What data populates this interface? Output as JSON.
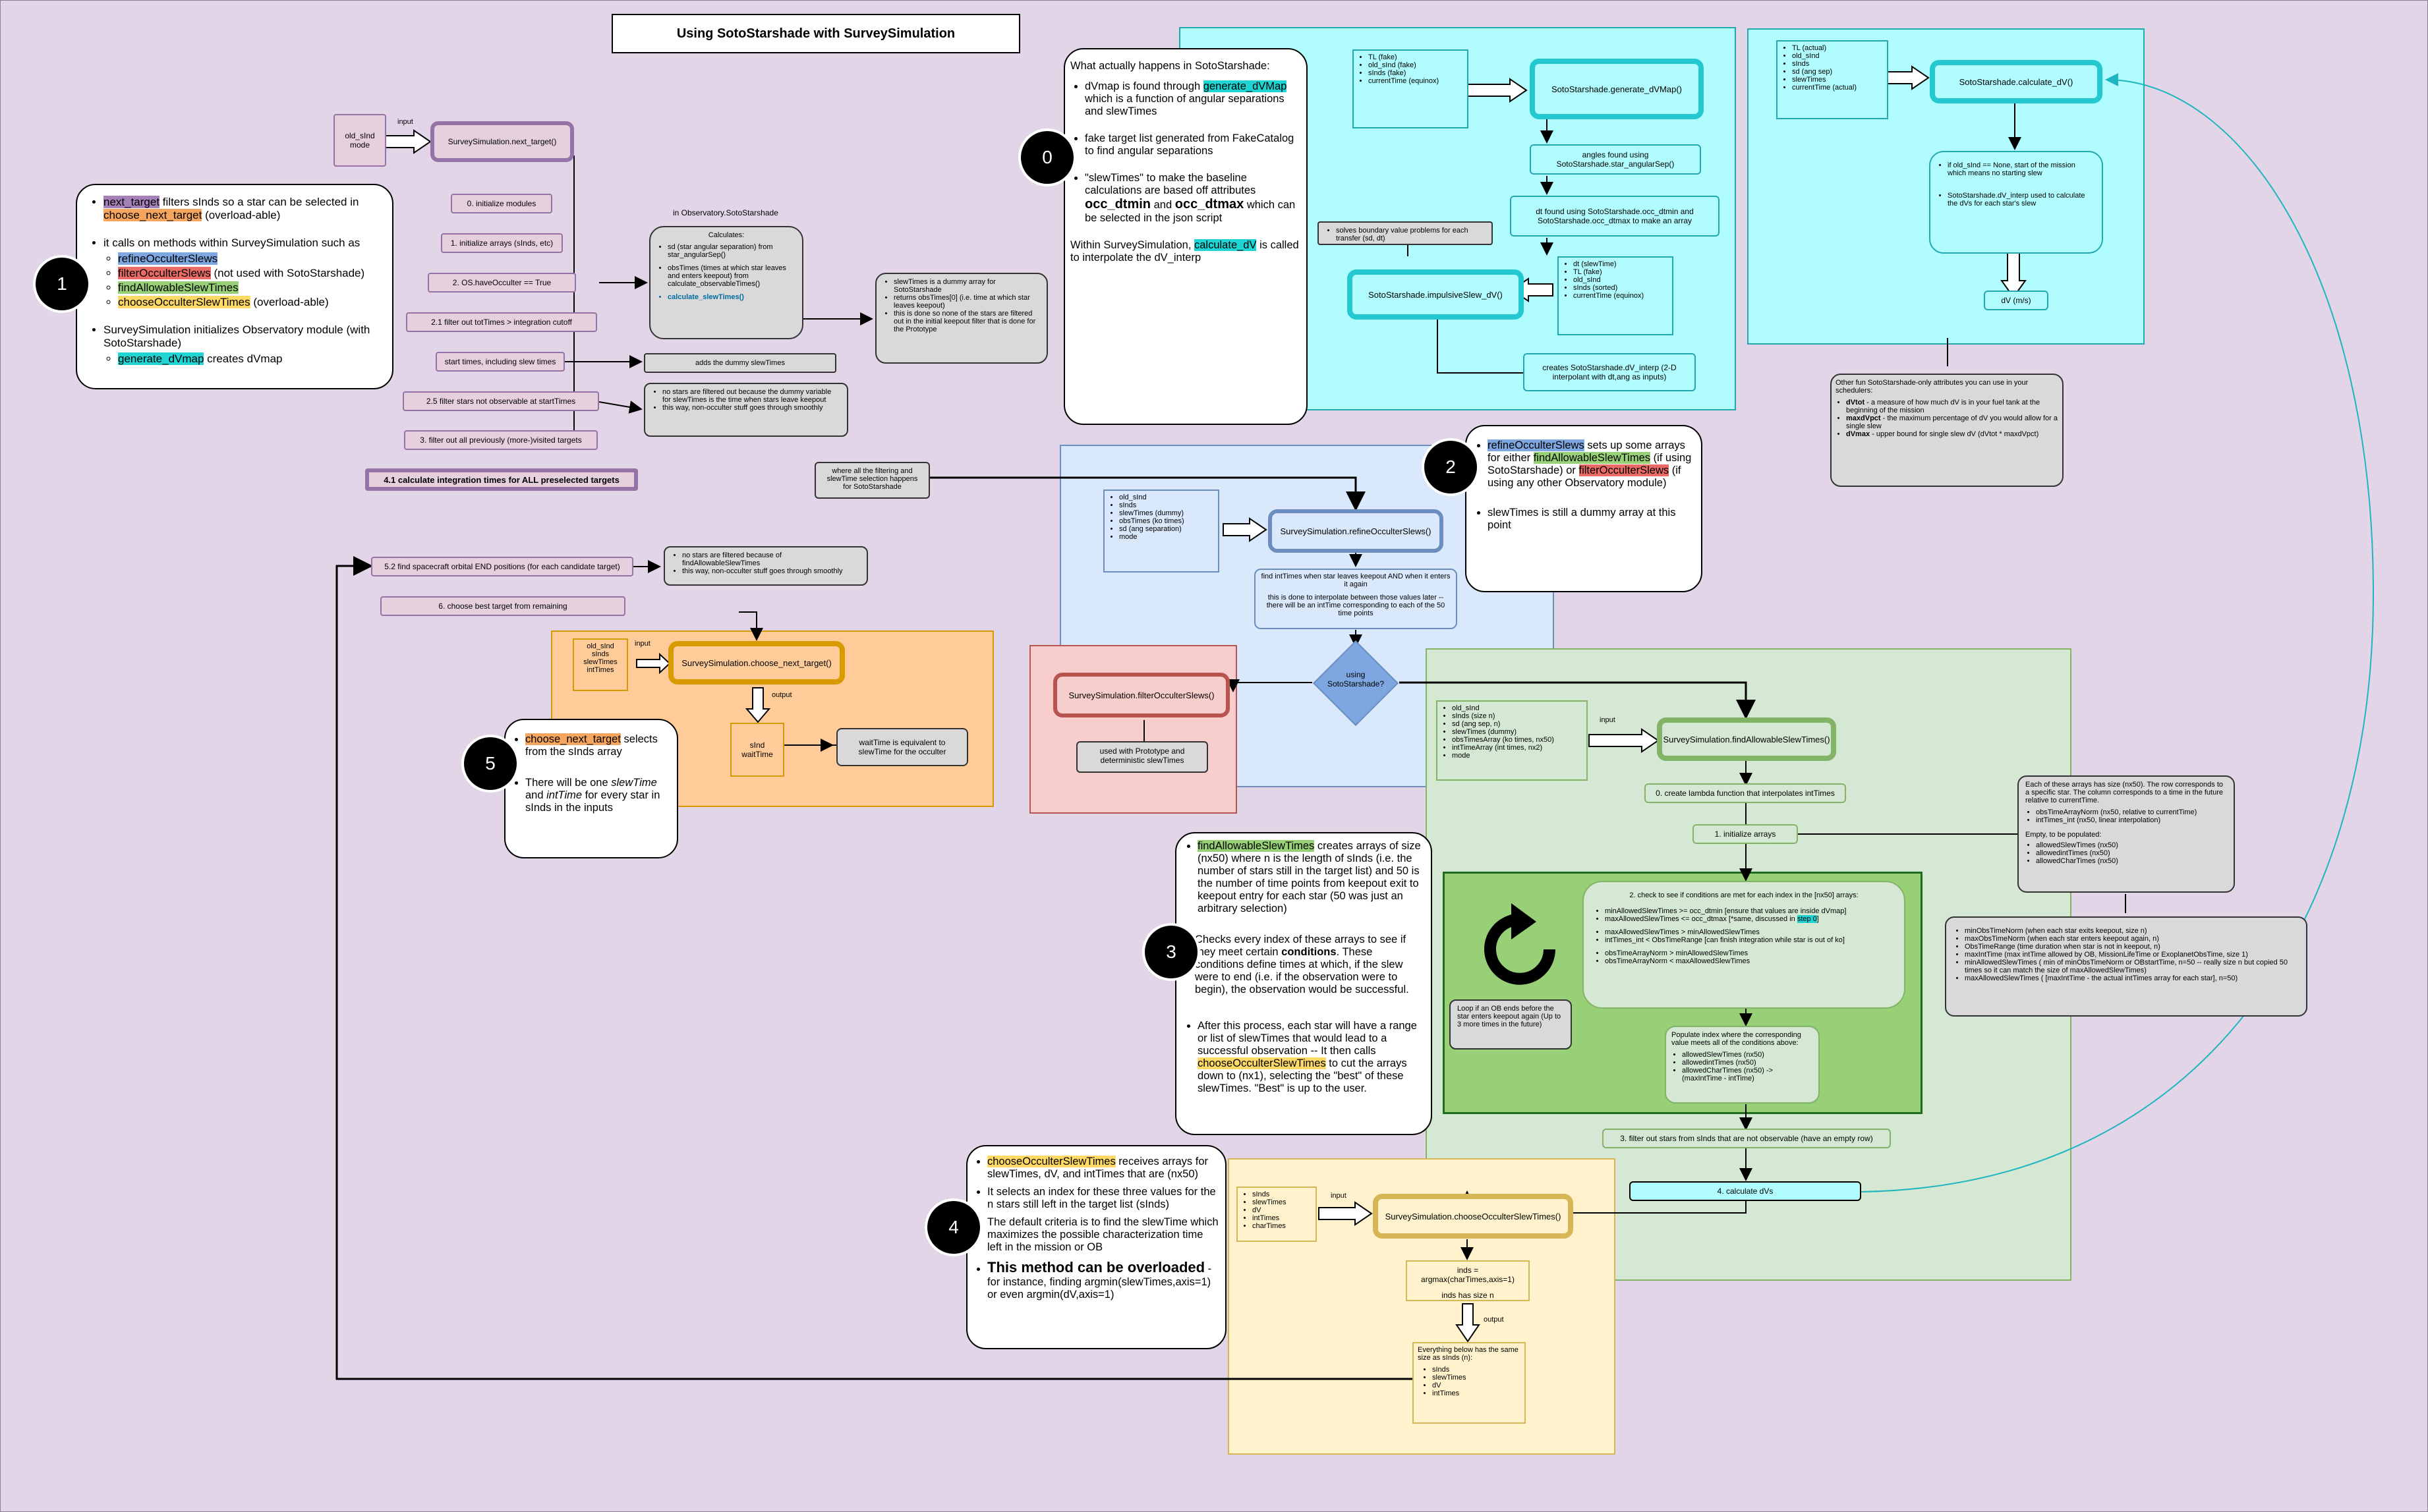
{
  "title": "Using SotoStarshade with SurveySimulation",
  "markers": [
    "0",
    "1",
    "2",
    "3",
    "4",
    "5"
  ],
  "common": {
    "input": "input",
    "output": "output"
  },
  "next_target": {
    "input_box": "old_sInd\nmode",
    "process": "SurveySimulation.next_target()",
    "steps": [
      "0. initialize modules",
      "1. initialize arrays (sInds, etc)",
      "2. OS.haveOcculter == True",
      "2.1 filter out totTimes > integration cutoff",
      "start times, including slew times",
      "2.5 filter stars not observable at startTimes",
      "3. filter out all previously (more-)visited targets",
      "4.1 calculate integration times for ALL preselected targets",
      "5.2 find spacecraft orbital END positions (for each candidate target)",
      "6. choose best target from remaining"
    ],
    "dummy_note": "adds the dummy slewTimes",
    "filter_note": [
      "no stars are filtered out because the dummy variable for slewTimes is the time when stars leave keepout",
      "this way, non-occulter stuff goes through smoothly"
    ],
    "where_note": "where all the filtering and slewTime selection happens for SotoStarshade",
    "filter_note2": [
      "no stars are filtered because of findAllowableSlewTimes",
      "this way, non-occulter stuff goes through smoothly"
    ]
  },
  "observatory": {
    "caption": "in Observatory.SotoStarshade",
    "calc_title": "Calculates:",
    "calc_items": [
      "sd (star angular separation) from star_angularSep()",
      "obsTimes (times at which star leaves and enters keepout) from calculate_observableTimes()",
      "calculate_slewTimes()"
    ],
    "slew_note": [
      "slewTimes is a dummy array for SotoStarshade",
      "returns obsTimes[0] (i.e. time at which star leaves keepout)",
      "this is done so none of the stars are filtered out in the initial keepout filter that is done for the Prototype"
    ]
  },
  "box1": {
    "items": [
      {
        "hl": "next_target",
        "text": " filters sInds so a star can be selected in ",
        "hl2": "choose_next_target",
        "text2": " (overload-able)"
      },
      {
        "text": "it calls on methods within SurveySimulation such as"
      },
      {
        "text": "SurveySimulation initializes Observatory module (with SotoStarshade)"
      }
    ],
    "sub": [
      "refineOcculterSlews",
      "filterOcculterSlews",
      "findAllowableSlewTimes",
      "chooseOcculterSlewTimes"
    ],
    "sub_suffix": [
      "",
      " (not used with SotoStarshade)",
      "",
      " (overload-able)"
    ],
    "sub2_hl": "generate_dVmap",
    "sub2_text": " creates dVmap"
  },
  "box0": {
    "heading": "What actually happens in SotoStarshade:",
    "b1_pre": "dVmap is found through ",
    "b1_hl": "generate_dVMap",
    "b1_post": " which is a function of angular separations and slewTimes",
    "b2": "fake target list generated from FakeCatalog to find angular separations",
    "b3_pre": "\"slewTimes\" to make the baseline calculations are based off attributes ",
    "b3_s1": "occ_dtmin",
    "b3_and": " and ",
    "b3_s2": "occ_dtmax",
    "b3_post": " which can be selected in the json script",
    "tail_pre": "Within SurveySimulation, ",
    "tail_hl": "calculate_dV",
    "tail_post": " is called to interpolate the dV_interp"
  },
  "soto": {
    "fake_inputs": [
      "TL (fake)",
      "old_sInd (fake)",
      "sInds (fake)",
      "currentTime (equinox)"
    ],
    "gen": "SotoStarshade.generate_dVMap()",
    "ang": "angles found using SotoStarshade.star_angularSep()",
    "dt": "dt found using SotoStarshade.occ_dtmin and SotoStarshade.occ_dtmax to make an array",
    "dt_inputs": [
      "dt (slewTime)",
      "TL (fake)",
      "old_sInd",
      "sInds (sorted)",
      "currentTime (equinox)"
    ],
    "bvp": "solves boundary value problems for each transfer (sd, dt)",
    "imp": "SotoStarshade.impulsiveSlew_dV()",
    "interp": "creates SotoStarshade.dV_interp (2-D interpolant with dt,ang as inputs)"
  },
  "calc": {
    "inputs": [
      "TL (actual)",
      "old_sInd",
      "sInds",
      "sd (ang sep)",
      "slewTimes",
      "currentTime (actual)"
    ],
    "proc": "SotoStarshade.calculate_dV()",
    "desc1": "if old_sInd == None, start of the mission which means no starting slew",
    "desc2": "SotoStarshade.dV_interp used to calculate the dVs for each star's slew",
    "out": "dV (m/s)"
  },
  "fun": {
    "head": "Other fun SotoStarshade-only attributes you can use in your schedulers:",
    "items": [
      {
        "k": "dVtot",
        "v": " - a measure of how much dV is in your fuel tank at the beginning of the mission"
      },
      {
        "k": "maxdVpct",
        "v": " - the maximum percentage of dV you would allow for a single slew"
      },
      {
        "k": "dVmax",
        "v": " - upper bound for single slew dV (dVtot * maxdVpct)"
      }
    ]
  },
  "refine": {
    "inputs": [
      "old_sInd",
      "sInds",
      "slewTimes (dummy)",
      "obsTimes (ko times)",
      "sd (ang separation)",
      "mode"
    ],
    "proc": "SurveySimulation.refineOcculterSlews()",
    "note1": "find intTimes when star leaves keepout AND when it enters it again",
    "note2": "this is done to interpolate between those values later -- there will be an intTime corresponding to each of the 50 time points",
    "decision": "using SotoStarshade?",
    "filter": "SurveySimulation.filterOcculterSlews()",
    "filter_note": "used with Prototype and deterministic slewTimes"
  },
  "box2": {
    "hl1": "refineOcculterSlews",
    "t1": " sets up some arrays for either ",
    "hl2": "findAllowableSlewTimes",
    "t2": " (if using SotoStarshade) or ",
    "hl3": "filterOcculterSlews",
    "t3": " (if using any other Observatory module)",
    "b2": "slewTimes is still a dummy array at this point"
  },
  "find": {
    "inputs": [
      "old_sInd",
      "sInds (size n)",
      "sd (ang sep, n)",
      "slewTimes (dummy)",
      "obsTimesArray (ko times, nx50)",
      "intTimeArray (int times, nx2)",
      "mode"
    ],
    "proc": "SurveySimulation.findAllowableSlewTimes()",
    "s0": "0. create lambda function that interpolates intTimes",
    "s1": "1. initialize arrays",
    "s2_title": "2. check to see if conditions are met for each index in the [nx50] arrays:",
    "s2_lines": [
      "minAllowedSlewTimes >= occ_dtmin   [ensure that values are inside dVmap]",
      "maxAllowedSlewTimes <= occ_dtmax  [*same, discussed in ",
      "maxAllowedSlewTimes > minAllowedSlewTimes",
      "intTimes_int < ObsTimeRange   [can finish integration while star is out of ko]",
      "obsTimeArrayNorm > minAllowedSlewTimes",
      "obsTimeArrayNorm < maxAllowedSlewTimes"
    ],
    "s2_ref": "step 0",
    "s2_ref_close": "]",
    "loop_note": "Loop if an OB ends before the star enters keepout again (Up to 3 more times in the future)",
    "populate": "Populate index where the corresponding value meets all of the conditions above:",
    "populate_items": [
      "allowedSlewTimes (nx50)",
      "allowedintTimes (nx50)",
      "allowedCharTimes (nx50) -> (maxIntTime - intTime)"
    ],
    "s3": "3. filter out stars from sInds that are not observable (have an empty row)",
    "s4": "4. calculate dVs",
    "arr_note": "Each of these arrays has size (nx50). The row corresponds to a specific star. The column corresponds to a time in the future relative to currentTime.",
    "arr_items": [
      "obsTimeArrayNorm (nx50, relative to currentTime)",
      "intTimes_int (nx50, linear interpolation)"
    ],
    "empty": "Empty, to be populated:",
    "empty_items": [
      "allowedSlewTimes (nx50)",
      "allowedintTimes (nx50)",
      "allowedCharTimes (nx50)"
    ],
    "defs": [
      "minObsTimeNorm (when each star exits keepout, size n)",
      "maxObsTimeNorm (when each star enters keepout again, n)",
      "ObsTimeRange (time duration when star is not in keepout, n)",
      "maxIntTime (max intTime allowed by OB, MissionLifeTime or ExoplanetObsTime, size 1)",
      "minAllowedSlewTimes ( min of minObsTimeNorm or OBstartTime, n=50 -- really size n but copied 50 times so it can match the size of maxAllowedSlewTimes)",
      "maxAllowedSlewTimes ( [maxIntTime - the actual intTimes array for each star], n=50)"
    ]
  },
  "box3": {
    "hl1": "findAllowableSlewTimes",
    "t1": " creates arrays of size (nx50) where n is the length of sInds (i.e. the number of stars still in the target list) and 50 is the number of time points from keepout exit to keepout entry for each star (50 was just an arbitrary selection)",
    "p2a": "Checks every index of these arrays to see if they meet certain ",
    "p2b": "conditions",
    "p2c": ". These conditions define times at which, if the slew were to end (i.e. if the observation were to begin), the observation would be successful.",
    "p3a": "After this process, each star will have a range or list of slewTimes that would lead to a successful observation -- It then calls ",
    "p3hl": "chooseOcculterSlewTimes",
    "p3b": " to cut the arrays down to (nx1), selecting the \"best\" of these slewTimes. \"Best\" is up to the user."
  },
  "choose_slew": {
    "inputs": [
      "sInds",
      "slewTimes",
      "dV",
      "intTimes",
      "charTimes"
    ],
    "proc": "SurveySimulation.chooseOcculterSlewTimes()",
    "inds1": "inds = argmax(charTimes,axis=1)",
    "inds2": "inds has size n",
    "after": "Everything below has the same size as sInds (n):",
    "after_items": [
      "sInds",
      "slewTimes",
      "dV",
      "intTimes"
    ]
  },
  "box4": {
    "hl1": "chooseOcculterSlewTimes",
    "t1": " receives arrays for slewTimes, dV, and intTimes that are (nx50)",
    "b2": "It selects an index for these three values for the n stars still left in the target list (sInds)",
    "b3": "The default criteria is to find the slewTime which maximizes the possible characterization time left in the mission or OB",
    "b4a": "This method can be overloaded",
    "b4b": " - for instance, finding argmin(slewTimes,axis=1) or even argmin(dV,axis=1)"
  },
  "choose_next": {
    "inputs": [
      "old_sInd",
      "sInds",
      "slewTimes",
      "intTimes"
    ],
    "proc": "SurveySimulation.choose_next_target()",
    "out": "sInd\nwaitTime",
    "wait_note": "waitTime is equivalent to slewTime for the occulter"
  },
  "box5": {
    "hl1": "choose_next_target",
    "t1": " selects from the sInds array",
    "b2a": "There will be one ",
    "b2i1": "slewTime",
    "b2b": " and ",
    "b2i2": "intTime",
    "b2c": " for every star in sInds in the inputs"
  }
}
